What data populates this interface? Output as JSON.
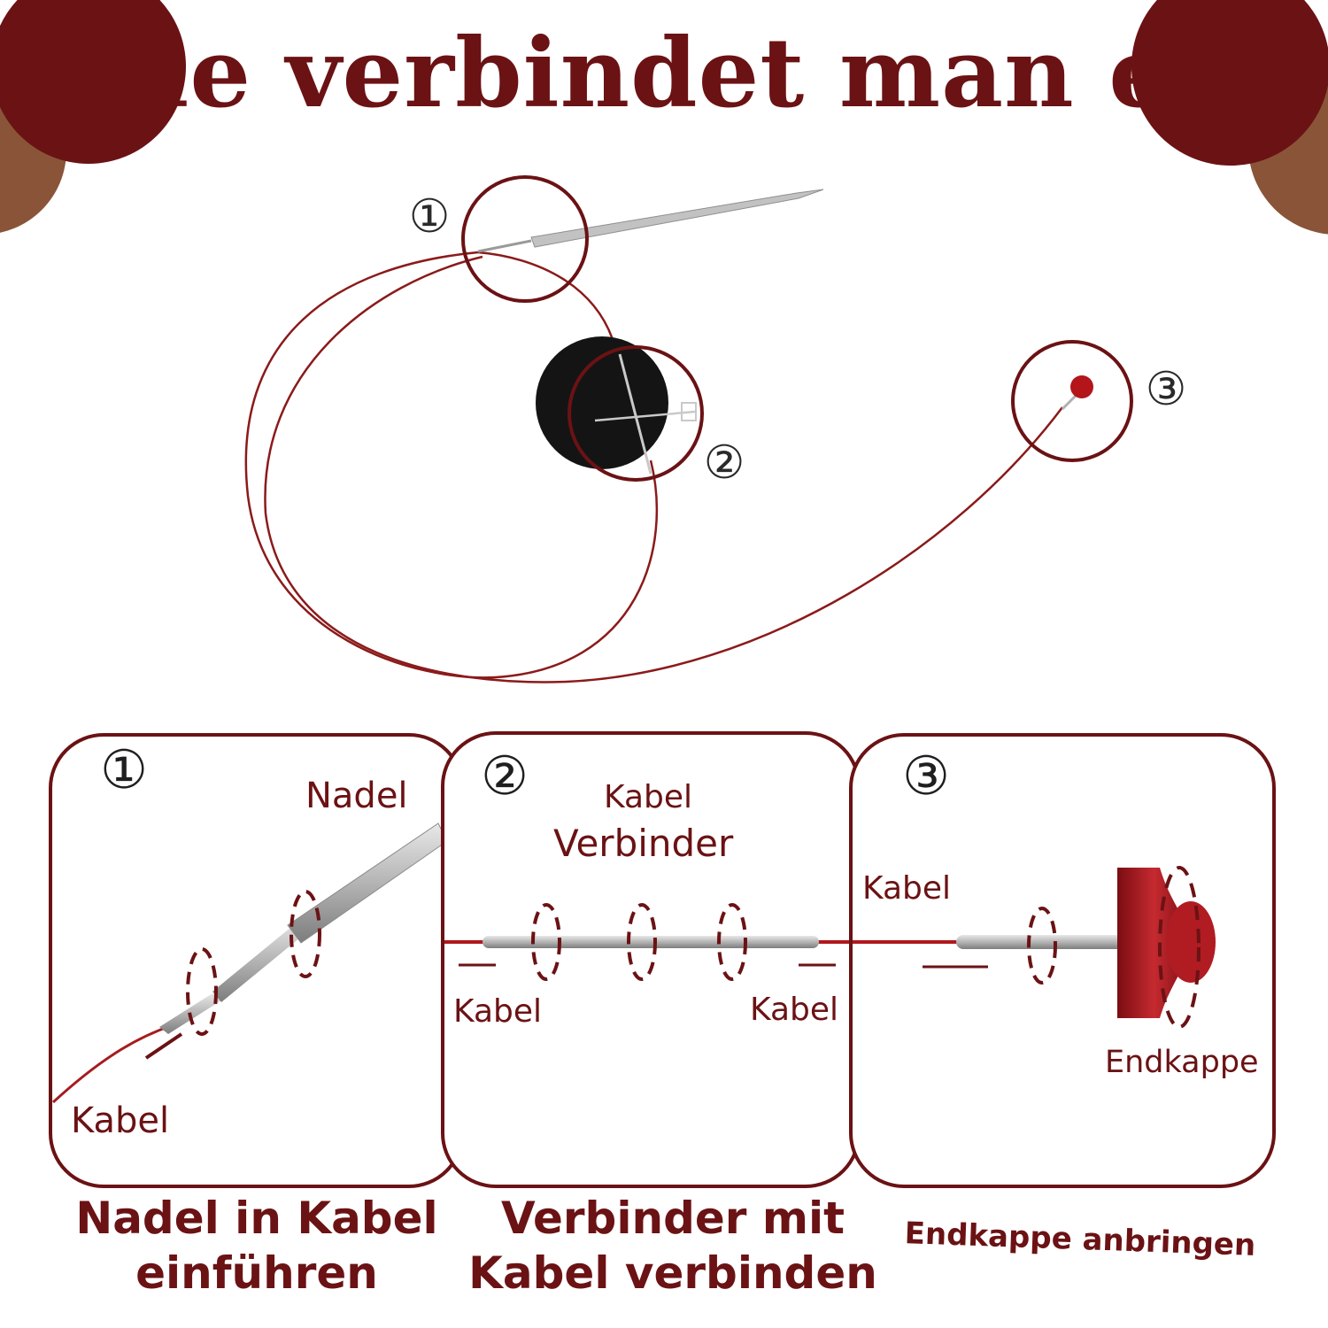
{
  "title": "Wie verbindet man es?",
  "colors": {
    "brand": "#6b1214",
    "accent_brown": "#8a5438",
    "cable": "#8b1a1a",
    "metal": "#b9b9b9"
  },
  "overview": {
    "markers": [
      "①",
      "②",
      "③"
    ]
  },
  "panels": [
    {
      "number": "①",
      "labels": {
        "top": "Nadel",
        "bottom": "Kabel"
      },
      "caption": [
        "Nadel in Kabel",
        "einführen"
      ]
    },
    {
      "number": "②",
      "labels": {
        "top_small": "Kabel",
        "top_large": "Verbinder",
        "left": "Kabel",
        "right": "Kabel"
      },
      "caption": [
        "Verbinder mit",
        "Kabel verbinden"
      ]
    },
    {
      "number": "③",
      "labels": {
        "top": "Kabel",
        "bottom": "Endkappe"
      },
      "caption": [
        "Endkappe anbringen"
      ]
    }
  ]
}
